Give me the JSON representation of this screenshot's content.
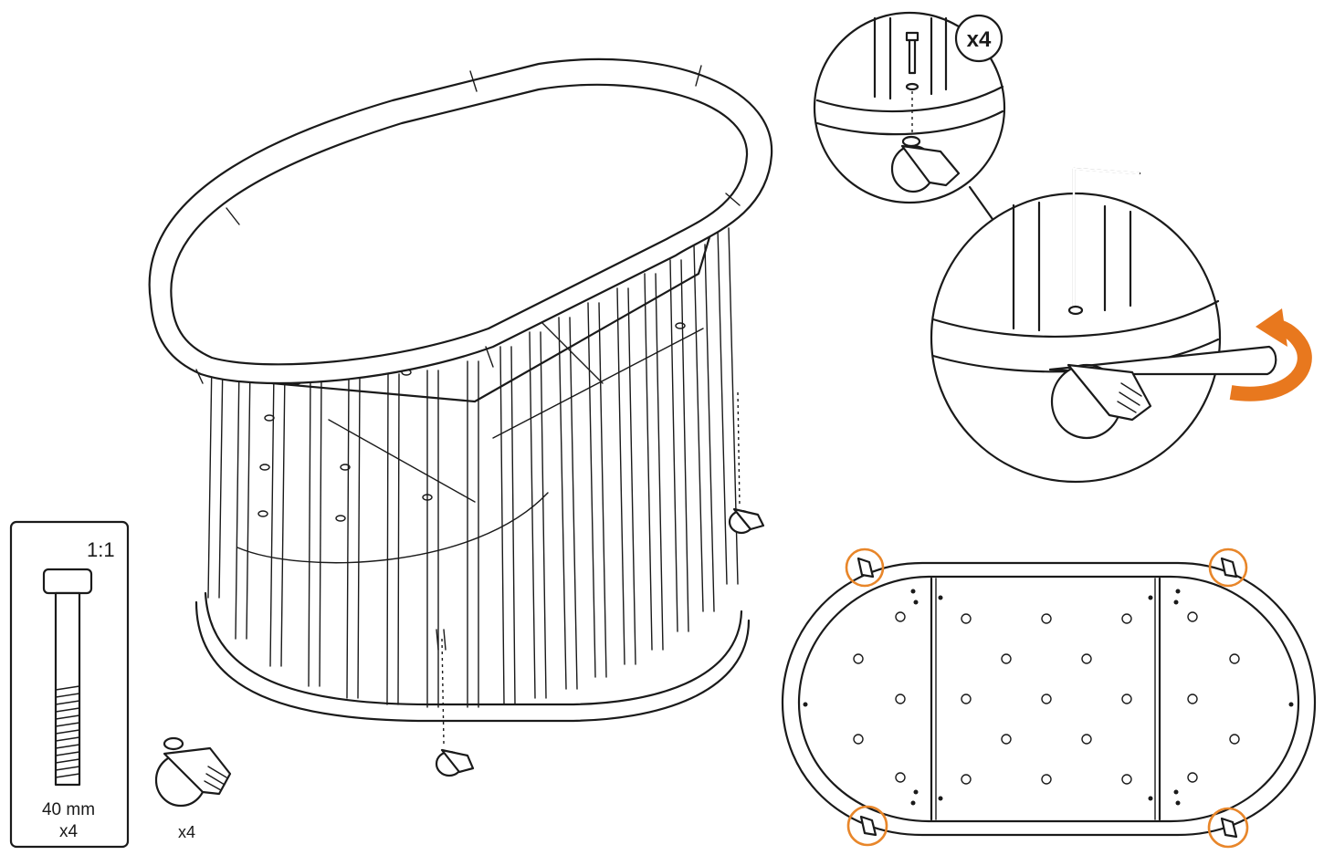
{
  "instructions": {
    "callout_quantity": "x4",
    "scale_label": "1:1",
    "bolt_length": "40 mm",
    "bolt_quantity": "x4",
    "caster_quantity": "x4"
  },
  "colors": {
    "ink": "#1a1a1a",
    "highlight": "#e8862a",
    "arrow": "#e8781e",
    "background": "#ffffff"
  },
  "icons": {
    "bolt": "bolt-icon",
    "caster": "caster-wheel-icon",
    "hex_key": "allen-key-icon",
    "rotate": "rotate-arrow-icon"
  }
}
